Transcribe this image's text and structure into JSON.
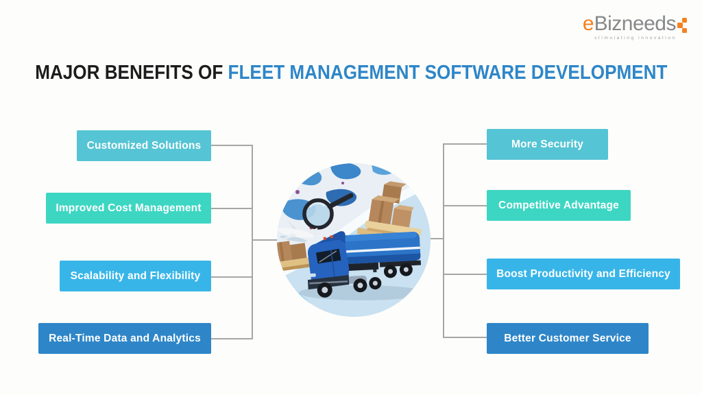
{
  "logo": {
    "brand_e": "e",
    "brand_rest": "Bizneeds",
    "tagline": "stimulating innovation",
    "accent_color": "#F48120",
    "text_color": "#86888A"
  },
  "title": {
    "prefix": "MAJOR BENEFITS OF ",
    "highlight": "FLEET MANAGEMENT SOFTWARE DEVELOPMENT",
    "prefix_color": "#1C1C1C",
    "highlight_color": "#2E86C8"
  },
  "left_benefits": [
    {
      "label": "Customized Solutions",
      "color": "#55C4D4"
    },
    {
      "label": "Improved Cost Management",
      "color": "#3DD6C3"
    },
    {
      "label": "Scalability and Flexibility",
      "color": "#38B5E8"
    },
    {
      "label": "Real-Time Data and Analytics",
      "color": "#2E86C8"
    }
  ],
  "right_benefits": [
    {
      "label": "More Security",
      "color": "#55C4D4"
    },
    {
      "label": "Competitive Advantage",
      "color": "#3DD6C3"
    },
    {
      "label": "Boost Productivity and Efficiency",
      "color": "#38B5E8"
    },
    {
      "label": "Better Customer Service",
      "color": "#2E86C8"
    }
  ],
  "connector_color": "#A6A6A6",
  "center_image": {
    "description": "Toy blue semi-trailer truck on a light blue surface with wooden pallets of cardboard boxes, a white toy airplane, a world map and a black magnifying glass"
  }
}
